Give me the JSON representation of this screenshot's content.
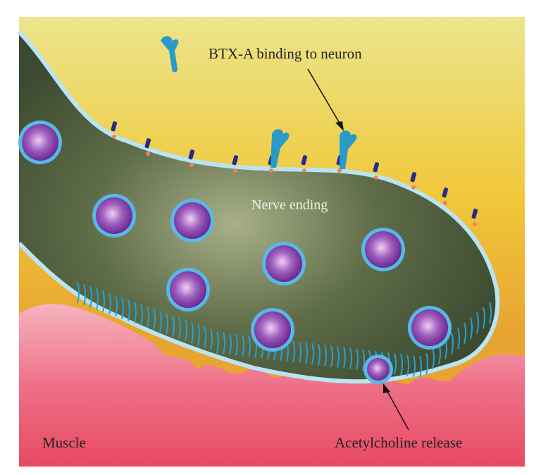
{
  "labels": {
    "btx": "BTX-A binding to neuron",
    "nerve": "Nerve ending",
    "muscle": "Muscle",
    "acetylcholine": "Acetylcholine release"
  },
  "colors": {
    "extracellular": "#e8c83a",
    "nerve": "#4a5a3a",
    "membrane": "#a8d8ee",
    "muscle": "#e85a70",
    "vesicle": "#8a4ab0",
    "toxin": "#2a9ac8"
  }
}
